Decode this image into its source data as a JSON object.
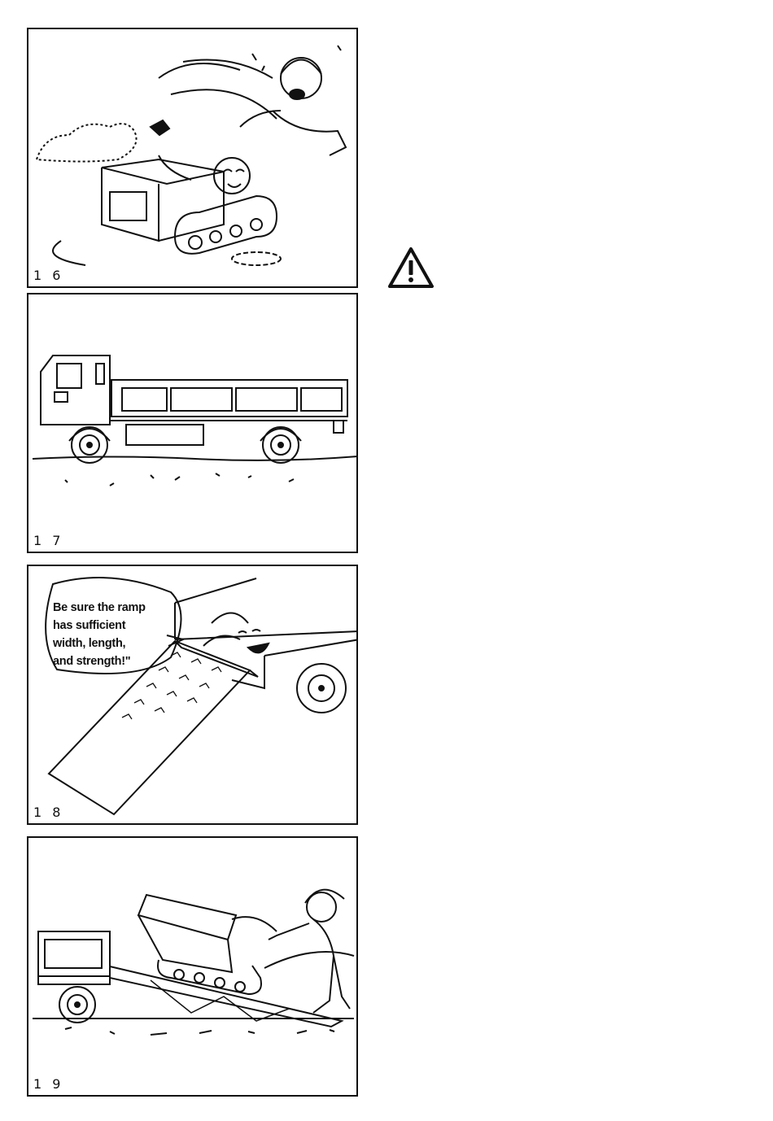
{
  "panels": [
    {
      "id": "16",
      "number": "1 6"
    },
    {
      "id": "17",
      "number": "1 7"
    },
    {
      "id": "18",
      "number": "1 8",
      "speech": [
        "Be sure the ramp",
        "has sufficient",
        "width, length,",
        "and strength!\""
      ]
    },
    {
      "id": "19",
      "number": "1 9"
    }
  ],
  "warning_icon": "warning-triangle-icon"
}
